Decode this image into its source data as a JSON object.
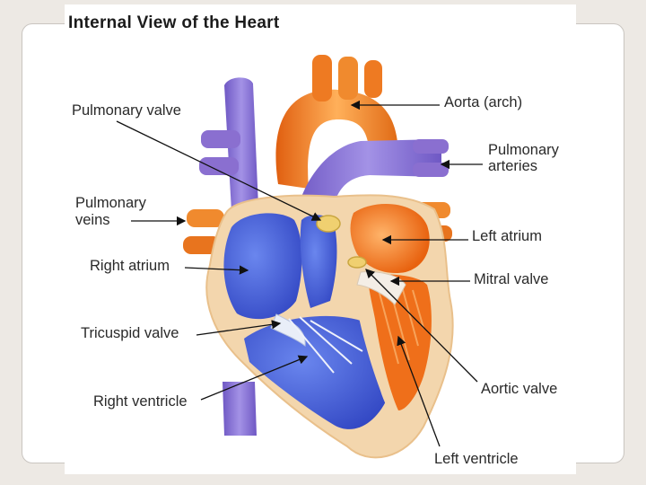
{
  "figure": {
    "title": "Internal View of the Heart",
    "labels": {
      "pulmonary_valve": "Pulmonary valve",
      "aorta_arch": "Aorta (arch)",
      "pulmonary_arteries_1": "Pulmonary",
      "pulmonary_arteries_2": "arteries",
      "pulmonary_veins_1": "Pulmonary",
      "pulmonary_veins_2": "veins",
      "left_atrium": "Left atrium",
      "right_atrium": "Right atrium",
      "mitral_valve": "Mitral valve",
      "tricuspid_valve": "Tricuspid valve",
      "aortic_valve": "Aortic valve",
      "right_ventricle": "Right ventricle",
      "left_ventricle": "Left ventricle"
    }
  },
  "colors": {
    "deoxygenated": "#4a63d8",
    "oxygenated": "#ef7a1c",
    "vessel_purple": "#8a6fd0",
    "tissue": "#f3d6ad",
    "valve": "#f0d070"
  }
}
